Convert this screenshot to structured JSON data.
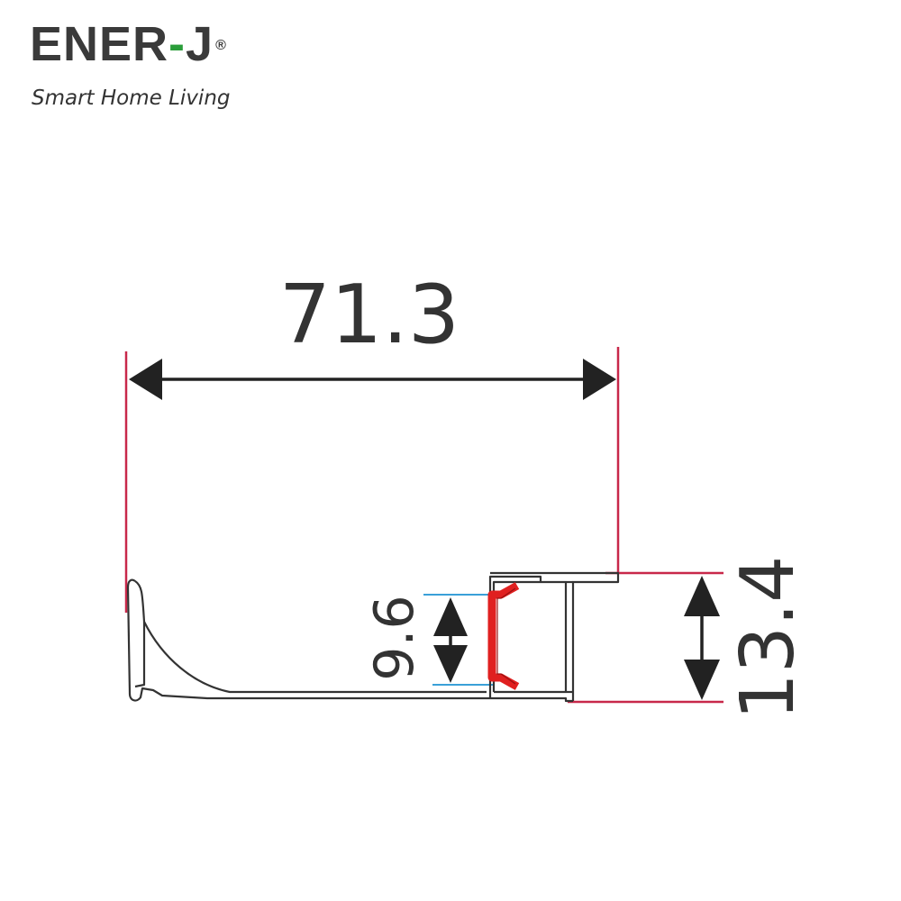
{
  "brand": {
    "name_part1": "ENER",
    "name_dash": "-",
    "name_part2": "J",
    "registered_mark": "®",
    "tagline": "Smart Home Living",
    "colors": {
      "text": "#3a3a3a",
      "accent": "#2a9d3a"
    }
  },
  "diagram": {
    "dimensions": {
      "width": "71.3",
      "height": "13.4",
      "inner": "9.6"
    },
    "colors": {
      "extension_line": "#c8284a",
      "inner_guide": "#3aa0d8",
      "arrow": "#222222",
      "profile_outline": "#333333",
      "led_strip": "#e02020"
    }
  }
}
